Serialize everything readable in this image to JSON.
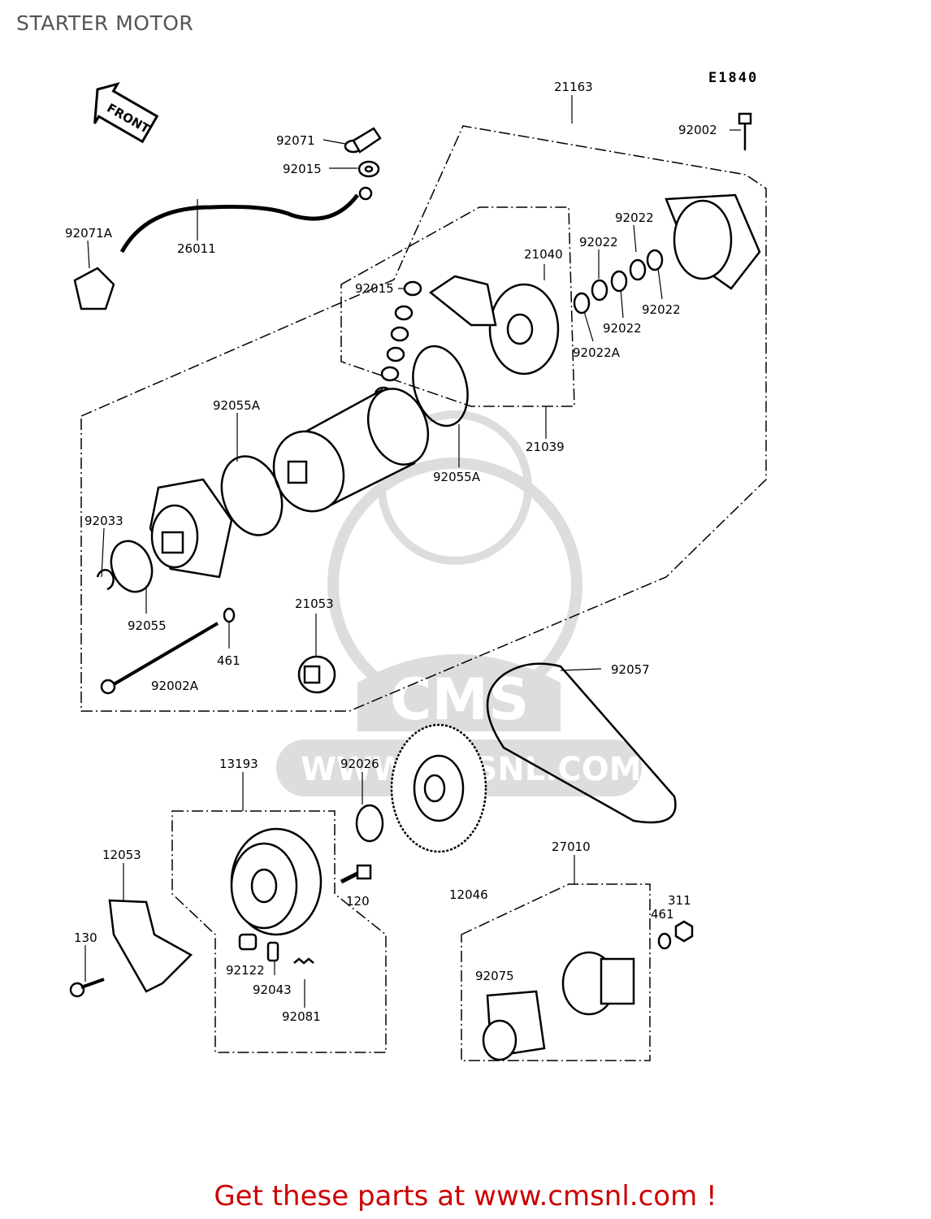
{
  "title": "STARTER MOTOR",
  "diagram_code": "E1840",
  "front_arrow_label": "FRONT",
  "watermark": {
    "url_text": "WWW.CMSNL.COM",
    "logo_text": "CMS"
  },
  "footer": {
    "text": "Get these parts at www.cmsnl.com !"
  },
  "parts": {
    "p21163": "21163",
    "p92002": "92002",
    "p92071": "92071",
    "p92015a": "92015",
    "p92071A": "92071A",
    "p26011": "26011",
    "p92022a": "92022",
    "p92022b": "92022",
    "p21040": "21040",
    "p92015b": "92015",
    "p92022c": "92022",
    "p92022d": "92022",
    "p92022A": "92022A",
    "p92055A_top": "92055A",
    "p21039": "21039",
    "p92055A_bot": "92055A",
    "p92033": "92033",
    "p92055": "92055",
    "p461a": "461",
    "p92002A": "92002A",
    "p21053": "21053",
    "p92057": "92057",
    "p13193": "13193",
    "p92026": "92026",
    "p12053": "12053",
    "p130": "130",
    "p120": "120",
    "p12046": "12046",
    "p92122": "92122",
    "p92043": "92043",
    "p92081": "92081",
    "p27010": "27010",
    "p311": "311",
    "p461b": "461",
    "p92075": "92075"
  }
}
